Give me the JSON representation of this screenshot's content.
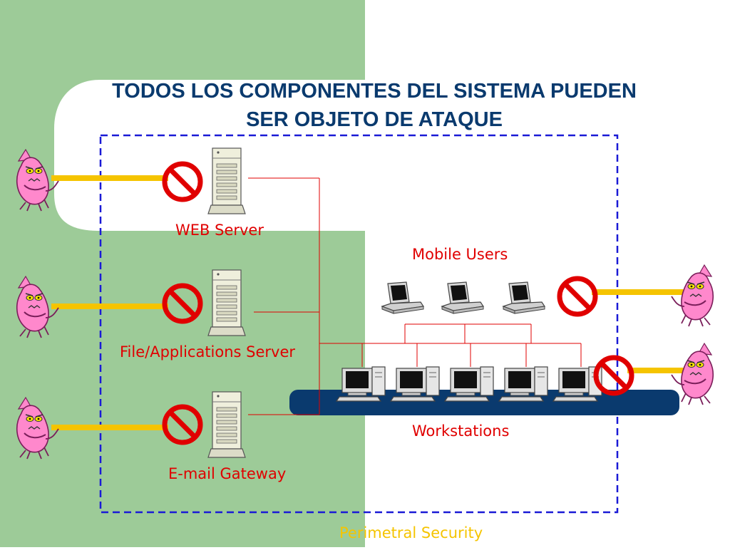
{
  "title": {
    "line1": "TODOS LOS COMPONENTES DEL SISTEMA PUEDEN",
    "line2": "SER OBJETO DE ATAQUE"
  },
  "servers": {
    "web": "WEB Server",
    "file": "File/Applications Server",
    "email": "E-mail Gateway"
  },
  "groups": {
    "mobile": "Mobile Users",
    "workstations": "Workstations"
  },
  "footer": "Perimetral Security",
  "colors": {
    "green_panel": "#9dcb98",
    "perimeter": "#1a1ad6",
    "network_lines": "#e00000",
    "attack_lines": "#f5c400",
    "block_sign": "#e00000",
    "network_bus": "#0a3a6e",
    "attacker": "#ff88cc"
  },
  "icons": [
    "server-icon",
    "laptop-icon",
    "desktop-icon",
    "block-sign-icon",
    "attacker-creature-icon"
  ]
}
